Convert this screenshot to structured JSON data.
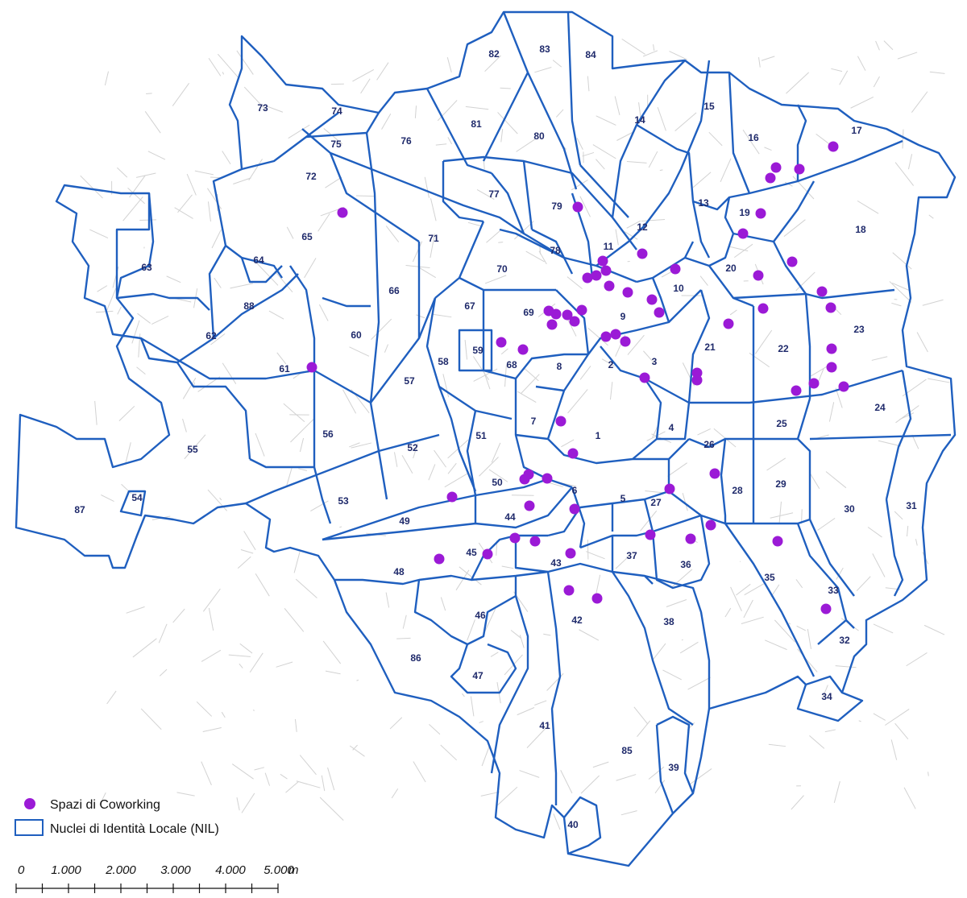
{
  "colors": {
    "boundary": "#1f5fbf",
    "street": "#d2d2d2",
    "point": "#9b1ad6",
    "label": "#1f2a6b"
  },
  "legend": {
    "coworking_label": "Spazi di Coworking",
    "nil_label": "Nuclei di Identità Locale (NIL)"
  },
  "scale": {
    "labels": [
      "0",
      "1.000",
      "2.000",
      "3.000",
      "4.000",
      "5.000"
    ],
    "unit": "m"
  },
  "nil_numbers": [
    "1",
    "2",
    "3",
    "4",
    "5",
    "6",
    "7",
    "8",
    "9",
    "10",
    "11",
    "12",
    "13",
    "14",
    "15",
    "16",
    "17",
    "18",
    "19",
    "20",
    "21",
    "22",
    "23",
    "24",
    "25",
    "26",
    "27",
    "28",
    "29",
    "30",
    "31",
    "32",
    "33",
    "34",
    "35",
    "36",
    "37",
    "38",
    "39",
    "40",
    "41",
    "42",
    "43",
    "44",
    "45",
    "46",
    "47",
    "48",
    "49",
    "50",
    "51",
    "52",
    "53",
    "54",
    "55",
    "56",
    "57",
    "58",
    "59",
    "60",
    "61",
    "62",
    "63",
    "64",
    "65",
    "66",
    "67",
    "68",
    "69",
    "70",
    "71",
    "72",
    "73",
    "74",
    "75",
    "76",
    "77",
    "78",
    "79",
    "80",
    "81",
    "82",
    "83",
    "84",
    "85",
    "86",
    "87",
    "88"
  ]
}
